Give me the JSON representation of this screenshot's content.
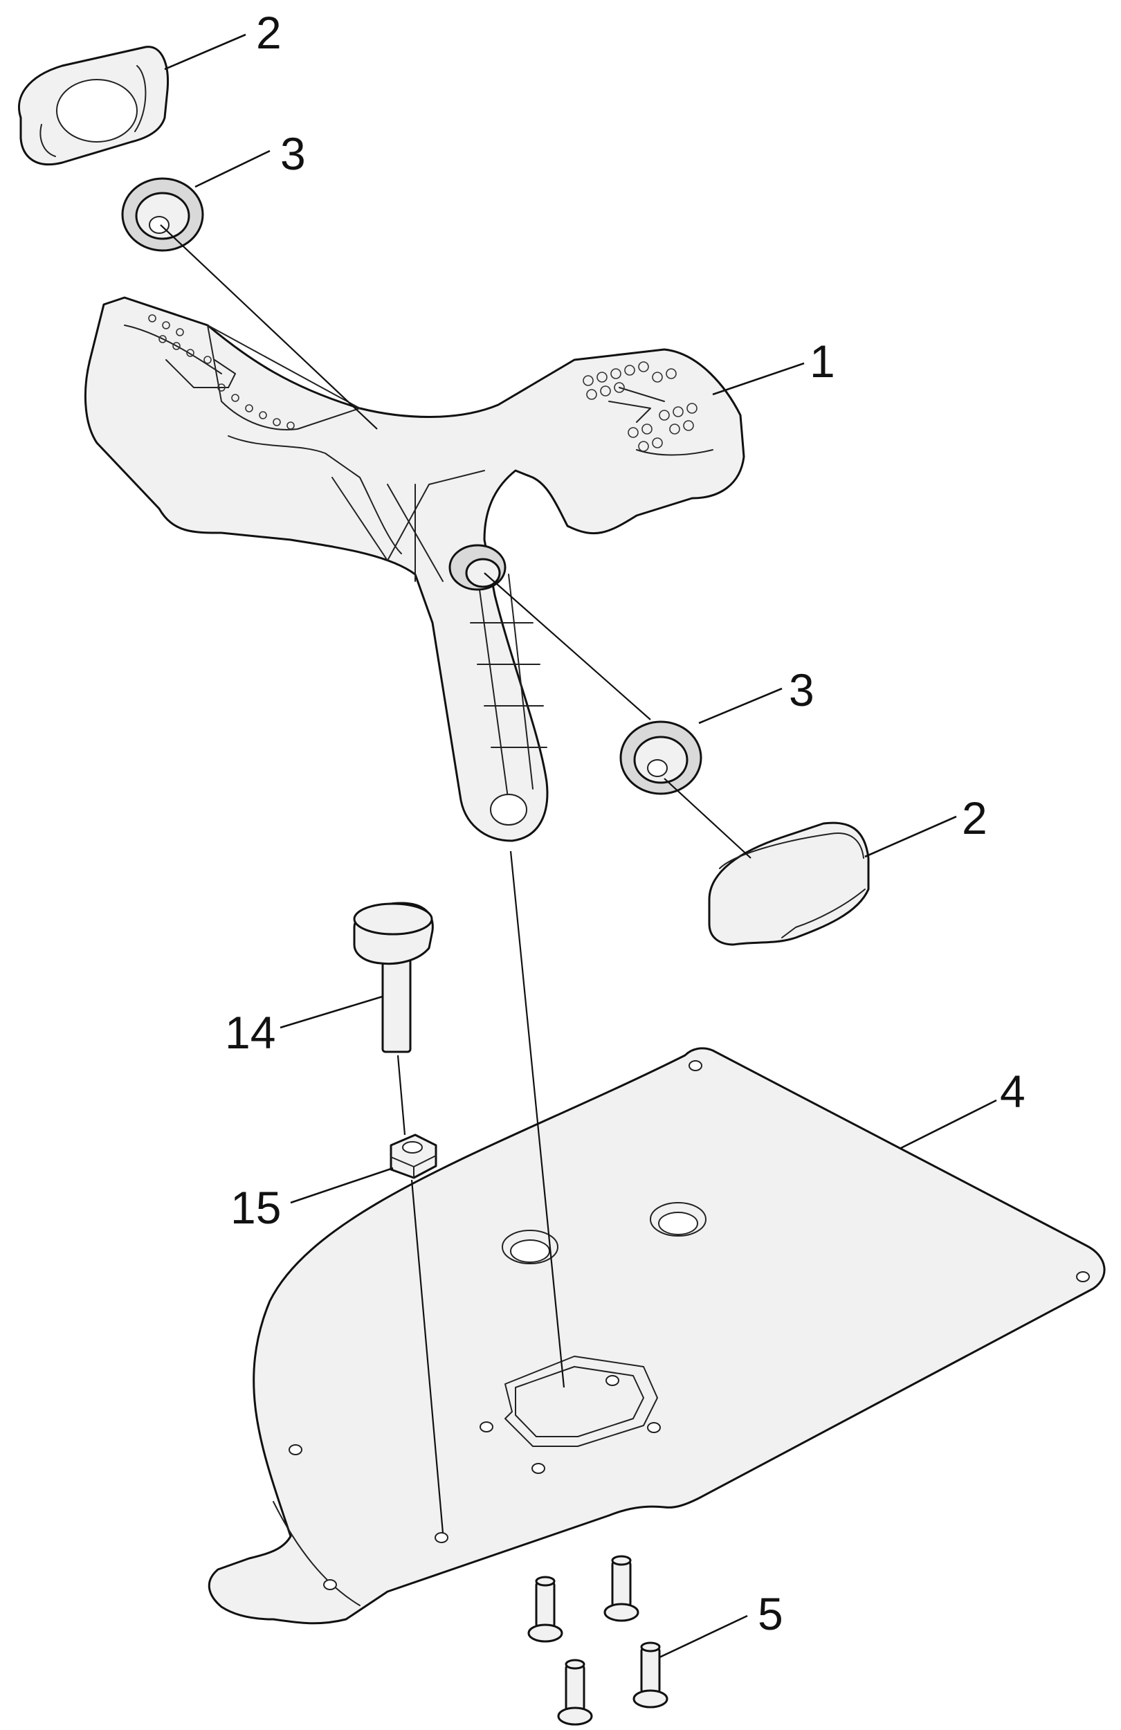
{
  "diagram": {
    "callouts": [
      {
        "id": "c2a",
        "label": "2"
      },
      {
        "id": "c3a",
        "label": "3"
      },
      {
        "id": "c1",
        "label": "1"
      },
      {
        "id": "c3b",
        "label": "3"
      },
      {
        "id": "c2b",
        "label": "2"
      },
      {
        "id": "c14",
        "label": "14"
      },
      {
        "id": "c4",
        "label": "4"
      },
      {
        "id": "c15",
        "label": "15"
      },
      {
        "id": "c5",
        "label": "5"
      }
    ]
  }
}
